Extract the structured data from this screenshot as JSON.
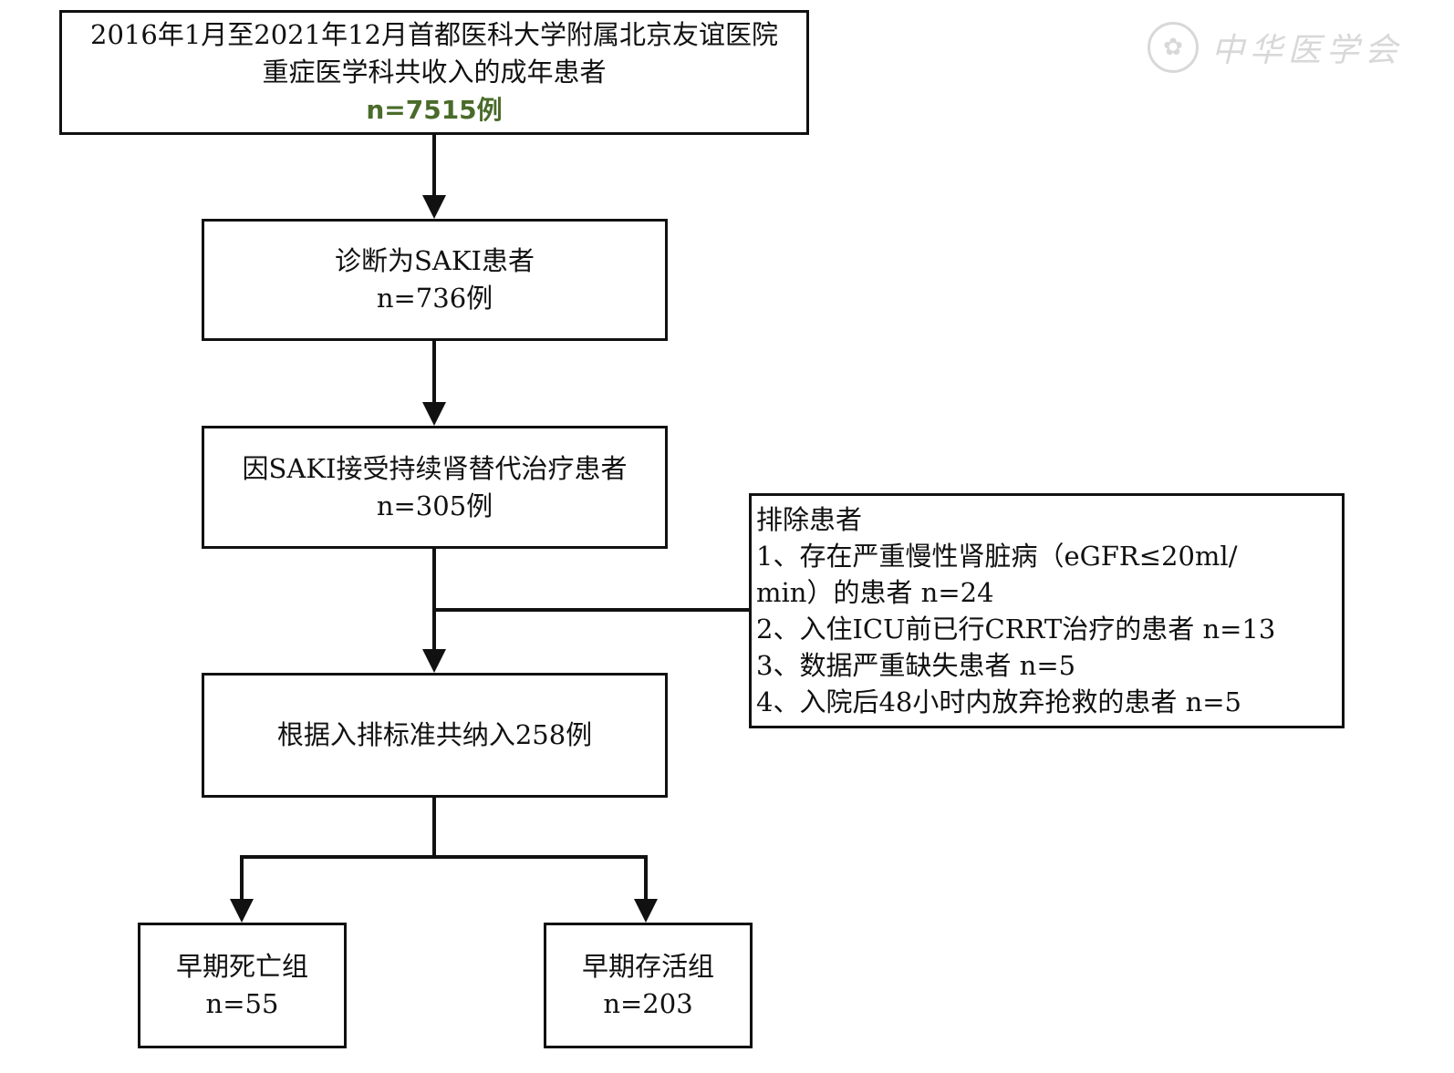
{
  "start": {
    "line1": "2016年1月至2021年12月首都医科大学附属北京友谊医院",
    "line2": "重症医学科共收入的成年患者",
    "count": "n=7515例"
  },
  "saki": {
    "line1": "诊断为SAKI患者",
    "count": "n=736例"
  },
  "crrt": {
    "line1": "因SAKI接受持续肾替代治疗患者",
    "count": "n=305例"
  },
  "exclusion": {
    "title": "排除患者",
    "lines": [
      "1、存在严重慢性肾脏病（eGFR≤20ml/",
      "min）的患者 n=24",
      "2、入住ICU前已行CRRT治疗的患者 n=13",
      "3、数据严重缺失患者 n=5",
      "4、入院后48小时内放弃抢救的患者 n=5"
    ]
  },
  "included": {
    "text": "根据入排标准共纳入258例"
  },
  "early_death": {
    "label": "早期死亡组",
    "count": "n=55"
  },
  "early_survival": {
    "label": "早期存活组",
    "count": "n=203"
  },
  "watermark": {
    "text": "中华医学会",
    "seal_icon": "seal-icon"
  }
}
